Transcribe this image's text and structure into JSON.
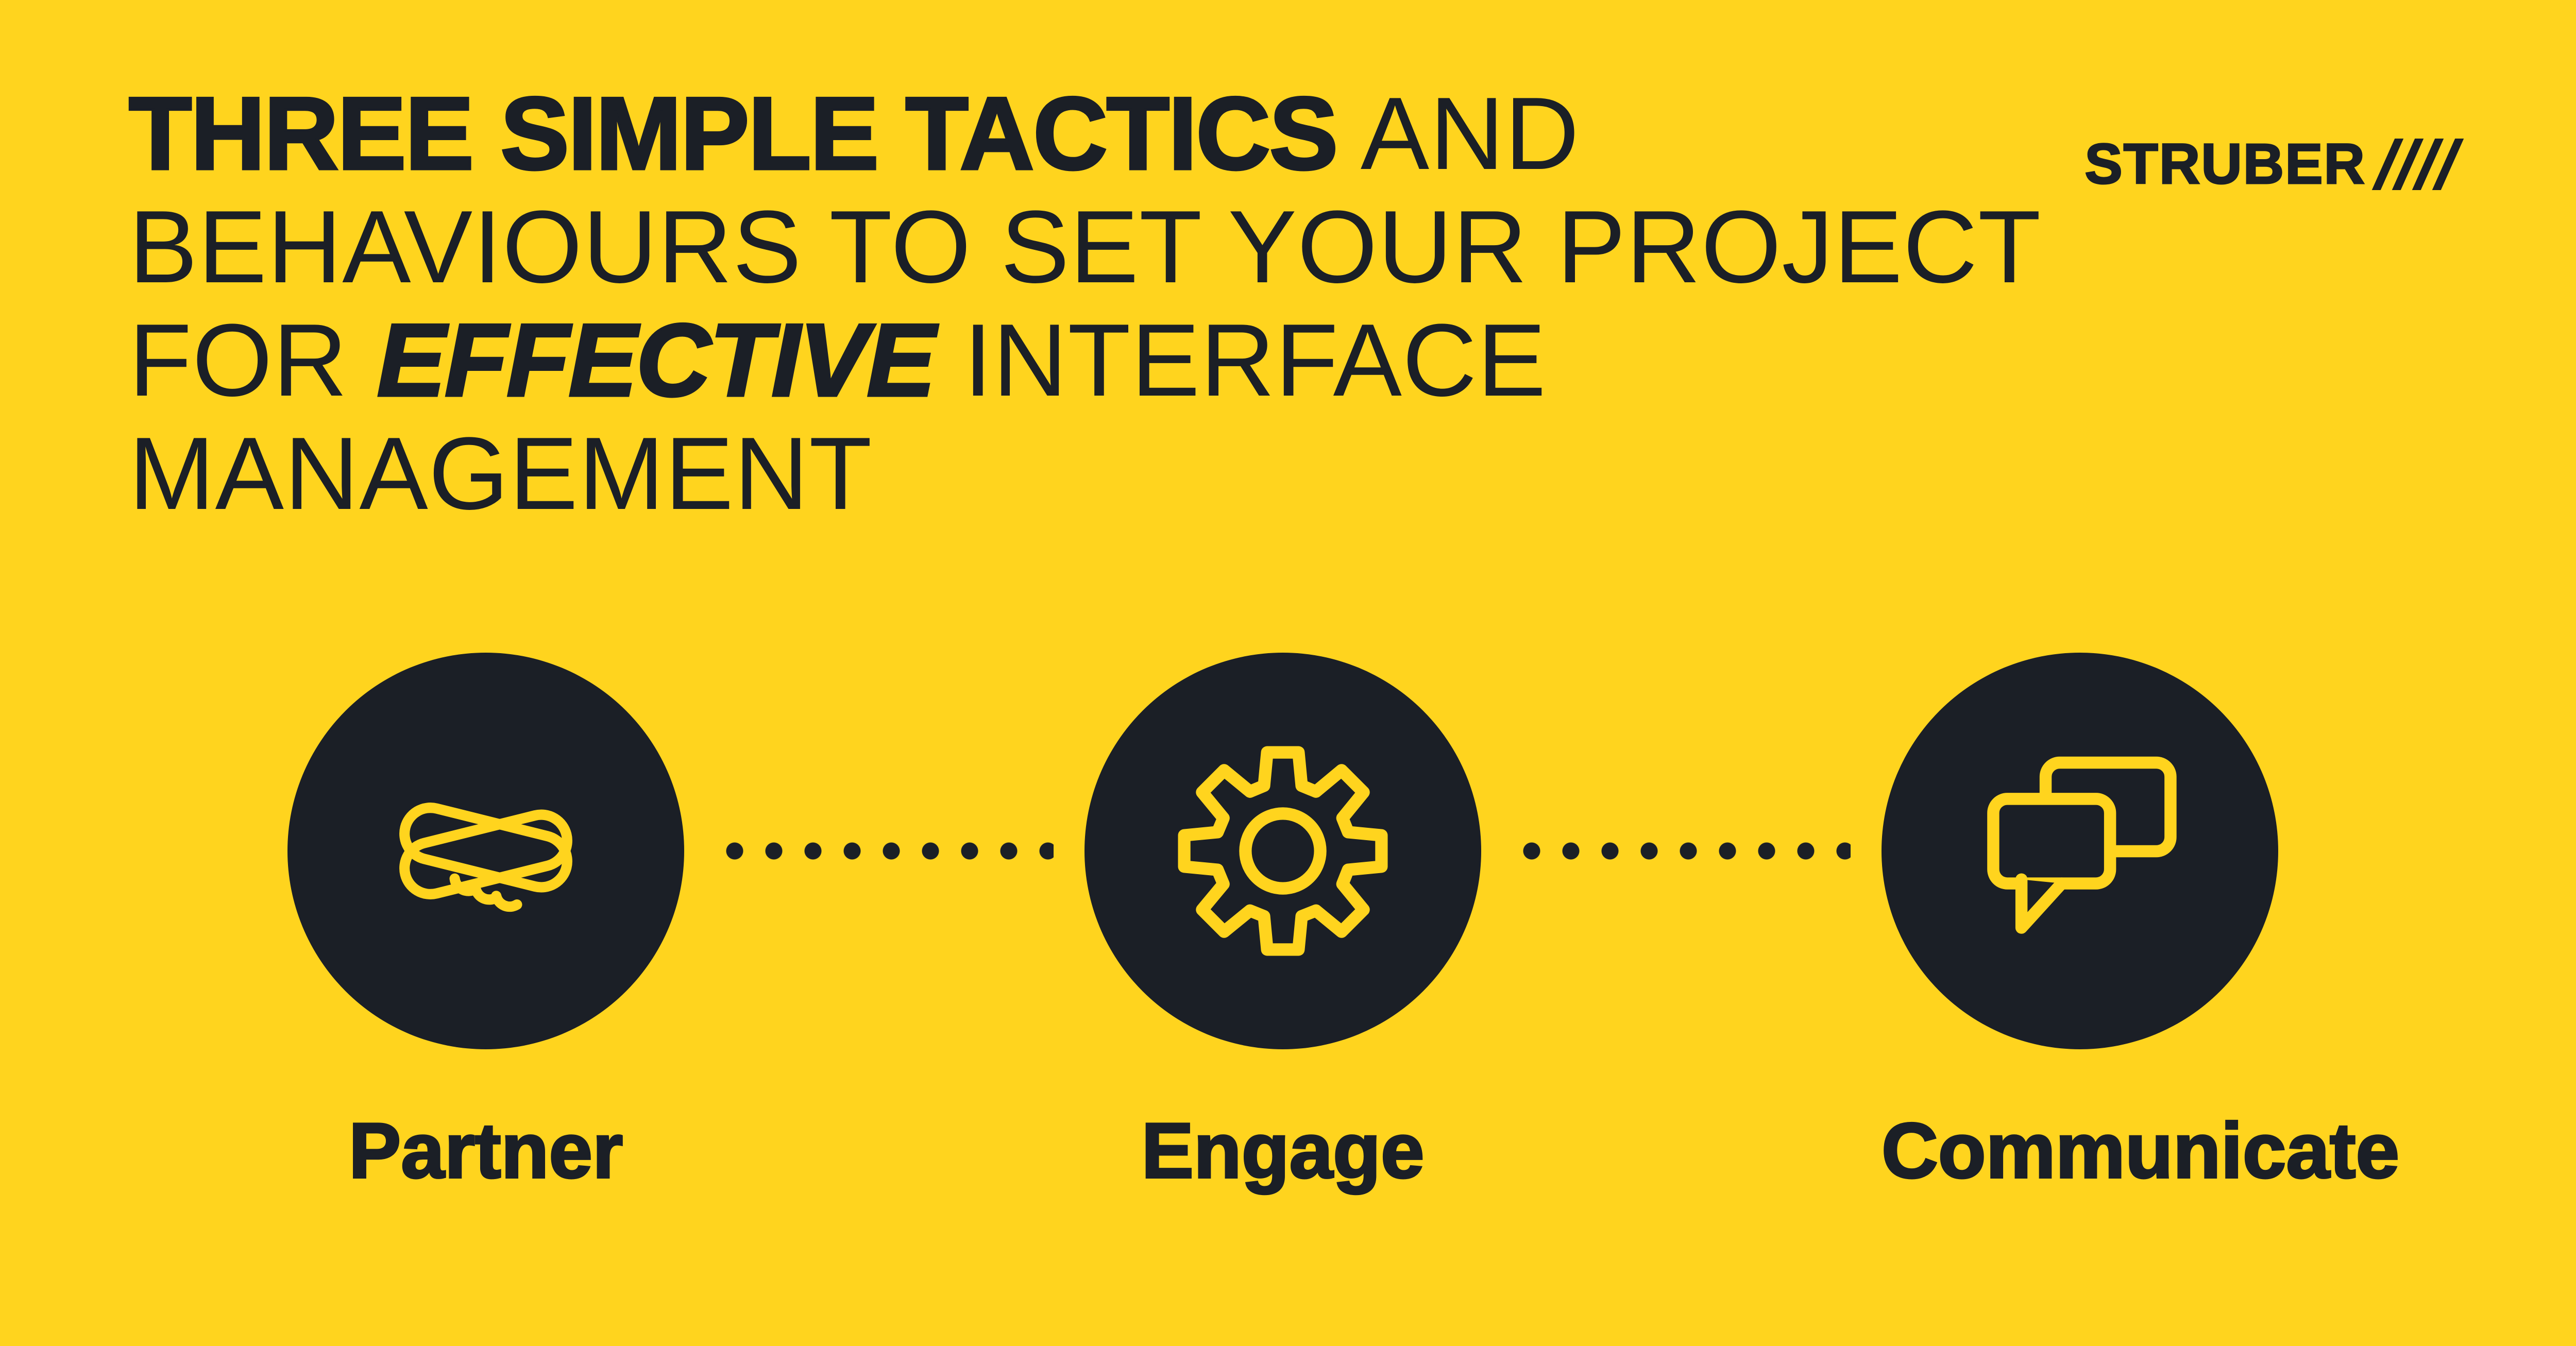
{
  "colors": {
    "background": "#FFD41E",
    "ink": "#1B1F26"
  },
  "logo": {
    "name": "STRUBER",
    "mark": "four-slashes-icon"
  },
  "headline": {
    "lines": [
      {
        "segments": [
          {
            "text": "THREE SIMPLE TACTICS",
            "weight": "bold"
          },
          {
            "text": " AND",
            "weight": "regular"
          }
        ]
      },
      {
        "segments": [
          {
            "text": "BEHAVIOURS TO SET YOUR PROJECT",
            "weight": "regular"
          }
        ]
      },
      {
        "segments": [
          {
            "text": "FOR ",
            "weight": "regular"
          },
          {
            "text": "EFFECTIVE",
            "weight": "bold-italic"
          },
          {
            "text": " INTERFACE",
            "weight": "regular"
          }
        ]
      },
      {
        "segments": [
          {
            "text": "MANAGEMENT",
            "weight": "regular"
          }
        ]
      }
    ]
  },
  "steps": [
    {
      "label": "Partner",
      "icon": "handshake-icon"
    },
    {
      "label": "Engage",
      "icon": "gear-icon"
    },
    {
      "label": "Communicate",
      "icon": "speech-bubbles-icon"
    }
  ]
}
